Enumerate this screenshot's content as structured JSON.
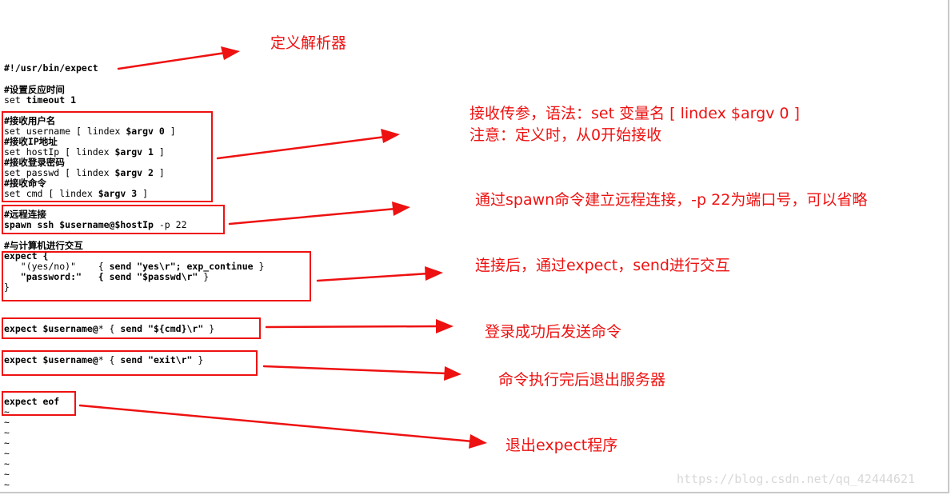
{
  "code": {
    "shebang": "#!/usr/bin/expect",
    "comment_timeout": "#设置反应时间",
    "timeout_line_prefix": "set ",
    "timeout_line_value": "timeout 1",
    "comment_username": "#接收用户名",
    "username_line_a": "set username [ lindex ",
    "username_line_b": "$argv 0",
    "username_line_c": " ]",
    "comment_ip": "#接收IP地址",
    "ip_line_a": "set hostIp [ lindex ",
    "ip_line_b": "$argv 1",
    "ip_line_c": " ]",
    "comment_passwd": "#接收登录密码",
    "passwd_line_a": "set passwd [ lindex ",
    "passwd_line_b": "$argv 2",
    "passwd_line_c": " ]",
    "comment_cmd": "#接收命令",
    "cmd_line_a": "set cmd [ lindex ",
    "cmd_line_b": "$argv 3",
    "cmd_line_c": " ]",
    "comment_remote": "#远程连接",
    "spawn_a": "spawn ssh ",
    "spawn_b": "$username@$hostIp",
    "spawn_c": " -p 22",
    "comment_interact": "#与计算机进行交互",
    "expect_open": "expect {",
    "yesno_a": "   \"(yes/no)\"    { ",
    "yesno_b": "send \"yes\\r\"; exp_continue",
    "yesno_c": " }",
    "password_a": "   \"password:\"   { ",
    "password_b": "send \"$passwd\\r\"",
    "password_c": " }",
    "expect_close": "}",
    "expect_cmd_a": "expect $username@",
    "expect_cmd_b": "* { ",
    "expect_cmd_c": "send \"${cmd}\\r\"",
    "expect_cmd_d": " }",
    "expect_exit_a": "expect $username@",
    "expect_exit_b": "* { ",
    "expect_exit_c": "send \"exit\\r\"",
    "expect_exit_d": " }",
    "expect_eof": "expect eof",
    "tilde": "~"
  },
  "annotations": {
    "parser": "定义解析器",
    "params_line1": "接收传参，语法：set 变量名 [ lindex $argv 0 ]",
    "params_line2": "注意：定义时，从0开始接收",
    "spawn": "通过spawn命令建立远程连接，-p 22为端口号，可以省略",
    "interact": "连接后，通过expect，send进行交互",
    "login_send": "登录成功后发送命令",
    "exit_server": "命令执行完后退出服务器",
    "exit_program": "退出expect程序"
  },
  "watermark": "https://blog.csdn.net/qq_42444621",
  "colors": {
    "annotation_red": "#ee1111",
    "code_text": "#000000",
    "watermark": "#d8d8d8"
  }
}
